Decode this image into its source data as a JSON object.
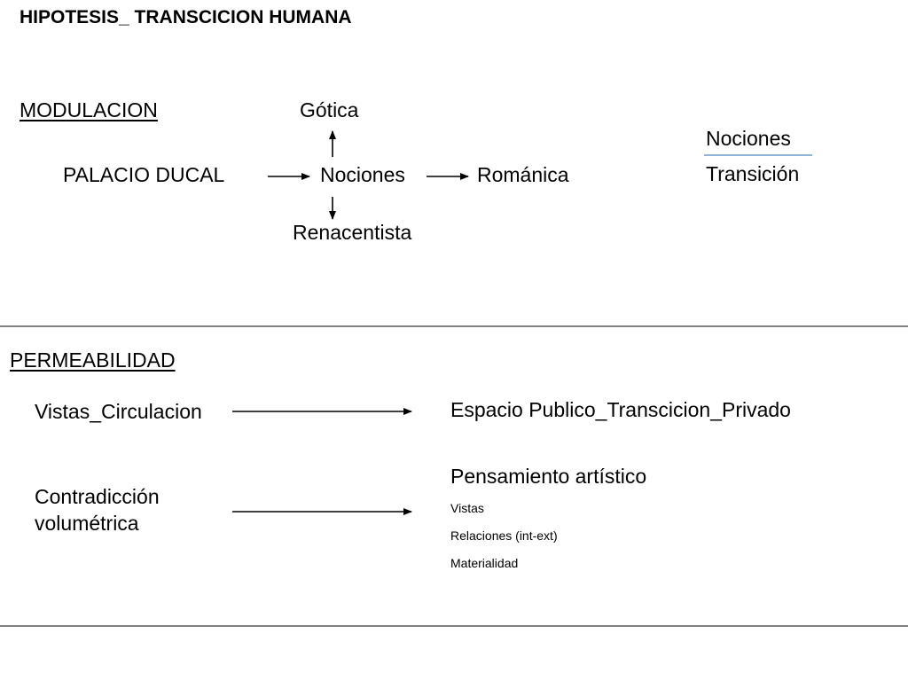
{
  "title": "HIPOTESIS_ TRANSCICION HUMANA",
  "modulacion": {
    "heading": "MODULACION",
    "origin": "PALACIO DUCAL",
    "center": "Nociones",
    "top": "Gótica",
    "right": "Románica",
    "bottom": "Renacentista"
  },
  "fraction": {
    "numerator": "Nociones",
    "denominator": "Transición",
    "rule_color": "#4a86c8"
  },
  "permeabilidad": {
    "heading": "PERMEABILIDAD",
    "row1": {
      "left": "Vistas_Circulacion",
      "right": "Espacio Publico_Transcicion_Privado"
    },
    "row2": {
      "left_line1": "Contradicción",
      "left_line2": "volumétrica",
      "right_title": "Pensamiento artístico",
      "items": [
        "Vistas",
        "Relaciones (int-ext)",
        "Materialidad"
      ]
    }
  }
}
